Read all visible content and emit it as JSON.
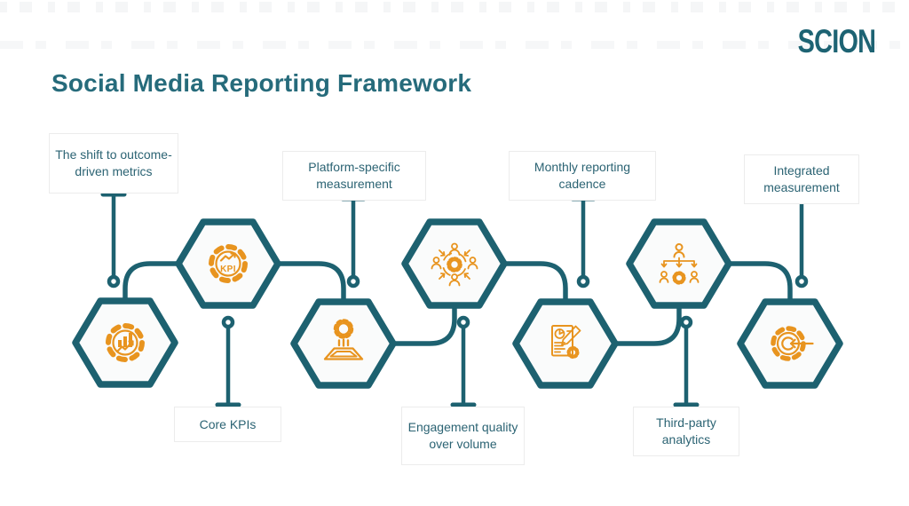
{
  "brand": {
    "logo_text": "SCION"
  },
  "header": {
    "title": "Social Media Reporting Framework"
  },
  "steps": [
    {
      "label": "The shift to outcome-driven metrics",
      "icon": "gear-analytics-chart-icon",
      "label_position": "top"
    },
    {
      "label": "Core KPIs",
      "icon": "gear-kpi-icon",
      "label_position": "bottom",
      "kpi_text": "KPI"
    },
    {
      "label": "Platform-specific measurement",
      "icon": "platform-gear-icon",
      "label_position": "top"
    },
    {
      "label": "Engagement quality over volume",
      "icon": "people-network-gear-icon",
      "label_position": "bottom"
    },
    {
      "label": "Monthly reporting cadence",
      "icon": "report-document-pencil-icon",
      "label_position": "top"
    },
    {
      "label": "Third-party analytics",
      "icon": "org-chart-people-gear-icon",
      "label_position": "bottom"
    },
    {
      "label": "Integrated measurement",
      "icon": "gear-target-arrow-icon",
      "label_position": "top"
    }
  ],
  "colors": {
    "teal_line": "#1d6170",
    "teal_title": "#266b7b",
    "orange_icon": "#e8941f",
    "hex_fill": "#fafbfb",
    "label_border": "#ececec",
    "label_text": "#2b6373",
    "bg": "#ffffff"
  }
}
